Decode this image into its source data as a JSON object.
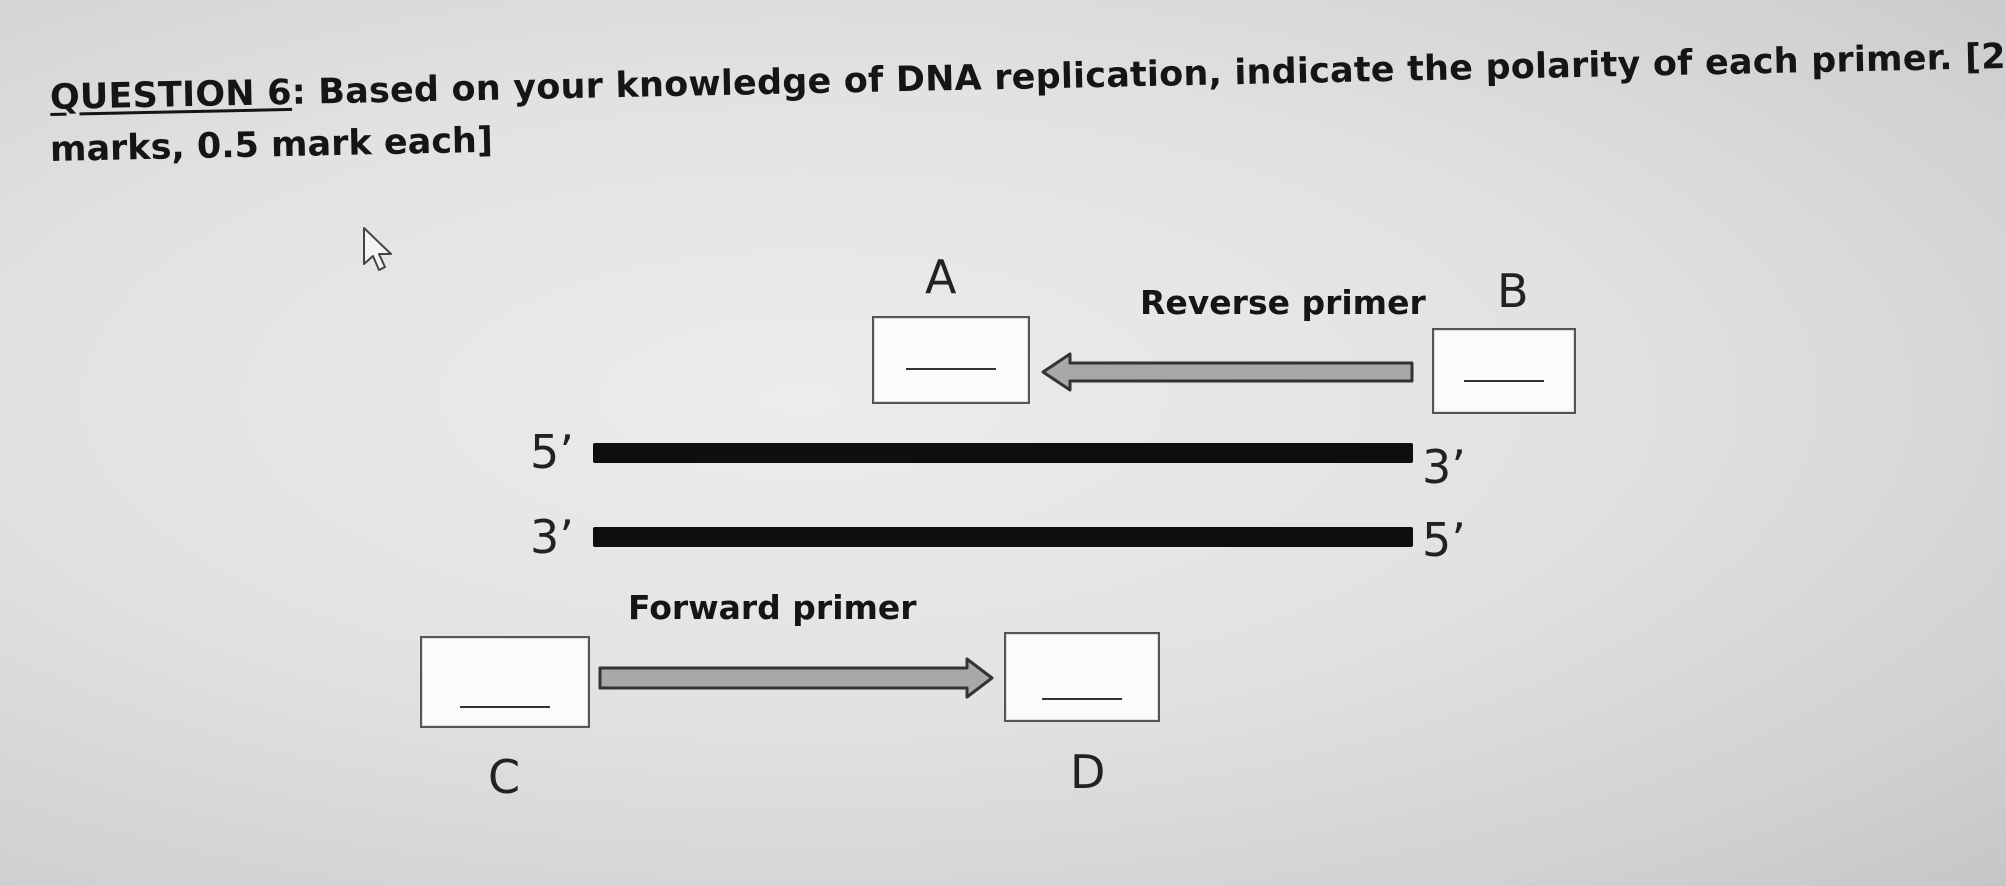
{
  "question": {
    "label": "QUESTION 6",
    "text_line1": ": Based on your knowledge of DNA replication, indicate the polarity of each primer. [2",
    "text_line2": "marks, 0.5 mark each]"
  },
  "diagram": {
    "top_strand": {
      "left_end": "5’",
      "right_end": "3’"
    },
    "bottom_strand": {
      "left_end": "3’",
      "right_end": "5’"
    },
    "reverse_primer": {
      "label": "Reverse primer",
      "direction": "left",
      "boxes": [
        {
          "letter": "A",
          "value": ""
        },
        {
          "letter": "B",
          "value": ""
        }
      ]
    },
    "forward_primer": {
      "label": "Forward primer",
      "direction": "right",
      "boxes": [
        {
          "letter": "C",
          "value": ""
        },
        {
          "letter": "D",
          "value": ""
        }
      ]
    }
  },
  "colors": {
    "strand": "#0e0e0e",
    "arrow_fill": "#a8a8a8",
    "arrow_stroke": "#333333",
    "box_border": "#555555"
  },
  "cursor_icon": "arrow-pointer-icon"
}
